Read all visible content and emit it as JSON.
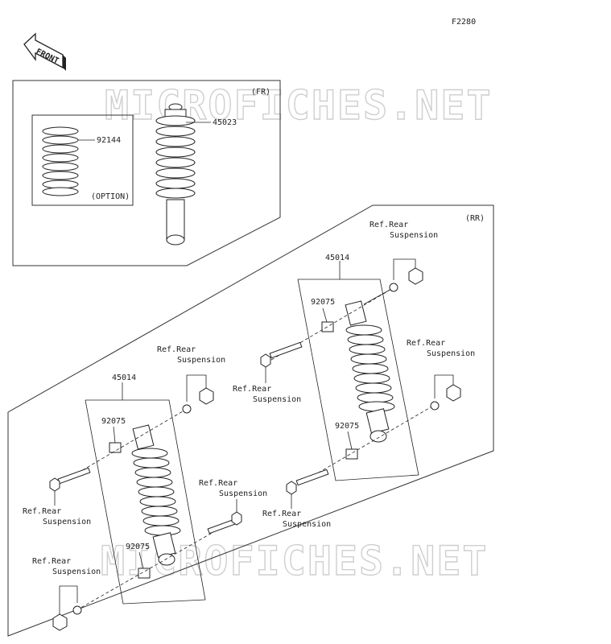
{
  "diagram_code": "F2280",
  "front_arrow": {
    "label": "FRONT",
    "icon": "front-arrow-icon"
  },
  "watermark": {
    "text": "MICROFICHES.NET"
  },
  "sections": {
    "front": {
      "tag": "(FR)",
      "spring_part": "92144",
      "option_label": "(OPTION)",
      "shock_part": "45023"
    },
    "rear": {
      "tag": "(RR)"
    }
  },
  "callouts": {
    "shock_left": "45014",
    "shock_right": "45014",
    "bushing_left_top": "92075",
    "bushing_left_bottom": "92075",
    "bushing_right_top": "92075",
    "bushing_right_bottom": "92075"
  },
  "ref": {
    "a1": "Ref.Rear",
    "a2": "Suspension",
    "b1": "Ref.Rear",
    "b2": "Suspension",
    "c1": "Ref.Rear",
    "c2": "Suspension",
    "d1": "Ref.Rear",
    "d2": "Suspension",
    "e1": "Ref.Rear",
    "e2": "Suspension",
    "f1": "Ref.Rear",
    "f2": "Suspension",
    "g1": "Ref.Rear",
    "g2": "Suspension",
    "h1": "Ref.Rear",
    "h2": "Suspension"
  }
}
